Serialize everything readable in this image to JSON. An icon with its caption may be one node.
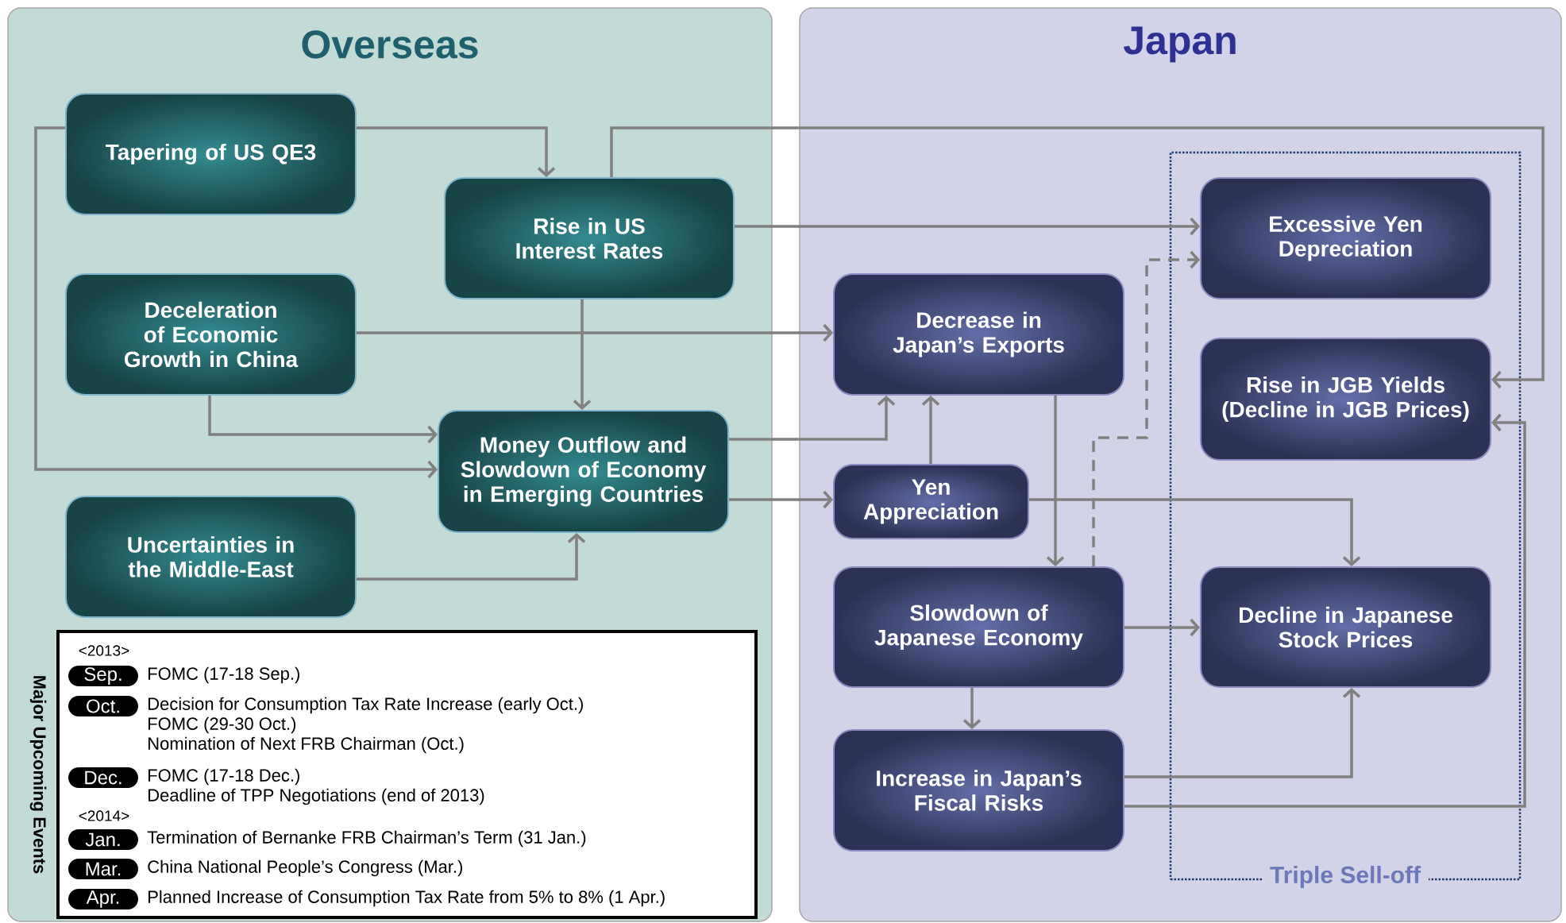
{
  "diagram": {
    "nodes": [
      {
        "text": [
          "Overseas"
        ]
      },
      {
        "text": [
          "Tapering of US QE3"
        ],
        "in": 0
      },
      {
        "text": [
          "Rise in US Interest Rates"
        ],
        "in": 0
      },
      {
        "text": [
          "Deceleration of Economic Growth in China"
        ],
        "in": 0
      },
      {
        "text": [
          "Money Outflow and Slowdown of Economy in Emerging Countries"
        ],
        "in": 0
      },
      {
        "text": [
          "Uncertainties in the Middle-East"
        ],
        "in": 0
      },
      {
        "text": [
          "Major Upcoming Events"
        ],
        "in": 0
      },
      {
        "text": [
          "Sep."
        ],
        "in": 6,
        "beside": [
          "FOMC (17-18 Sep.)"
        ]
      },
      {
        "text": [
          "Oct."
        ],
        "in": 6,
        "beside": [
          "Decision for Consumption Tax Rate Increase (early Oct.)",
          "FOMC (29-30 Oct.)",
          "Nomination of Next FRB Chairman (Oct.)"
        ]
      },
      {
        "text": [
          "Dec."
        ],
        "in": 6,
        "beside": [
          "FOMC (17-18 Dec.)",
          "Deadline of TPP Negotiations (end of 2013)"
        ]
      },
      {
        "text": [
          "Jan."
        ],
        "in": 6,
        "beside": [
          "Termination of Bernanke FRB Chairman’s Term (31 Jan.)"
        ]
      },
      {
        "text": [
          "Mar."
        ],
        "in": 6,
        "beside": [
          "China National People’s Congress (Mar.)"
        ]
      },
      {
        "text": [
          "Apr."
        ],
        "in": 6,
        "beside": [
          "Planned Increase of Consumption Tax Rate from 5% to 8% (1 Apr.)"
        ]
      },
      {
        "text": [
          "Japan"
        ]
      },
      {
        "text": [
          "Triple Sell-off"
        ],
        "in": 13
      },
      {
        "text": [
          "Excessive Yen Depreciation"
        ],
        "in": 14
      },
      {
        "text": [
          "Decrease in Japan’s Exports"
        ],
        "in": 13
      },
      {
        "text": [
          "Rise in JGB Yields (Decline in JGB Prices)"
        ],
        "in": 14
      },
      {
        "text": [
          "Yen Appreciation"
        ],
        "in": 13
      },
      {
        "text": [
          "Slowdown of Japanese Economy"
        ],
        "in": 13
      },
      {
        "text": [
          "Decline in Japanese Stock Prices"
        ],
        "in": 14
      },
      {
        "text": [
          "Increase in Japan’s Fiscal Risks"
        ],
        "in": 13
      }
    ],
    "edges": [
      {
        "from": 1,
        "to": 2,
        "arrow": "to"
      },
      {
        "from": 1,
        "to": 4,
        "arrow": "to"
      },
      {
        "from": 2,
        "to": 15,
        "arrow": "to"
      },
      {
        "from": 2,
        "to": 17,
        "arrow": "to"
      },
      {
        "from": 2,
        "to": 4,
        "arrow": "to"
      },
      {
        "from": 3,
        "to": 16,
        "arrow": "to"
      },
      {
        "from": 3,
        "to": 4,
        "arrow": "to"
      },
      {
        "from": 5,
        "to": 4,
        "arrow": "to"
      },
      {
        "from": 4,
        "to": 16,
        "arrow": "to"
      },
      {
        "from": 4,
        "to": 18,
        "arrow": "to"
      },
      {
        "from": 18,
        "to": 16,
        "arrow": "to"
      },
      {
        "from": 18,
        "to": 20,
        "arrow": "to"
      },
      {
        "from": 16,
        "to": 19,
        "arrow": "to"
      },
      {
        "from": 19,
        "to": 15,
        "arrow": "to",
        "style": "dashed"
      },
      {
        "from": 19,
        "to": 20,
        "arrow": "to"
      },
      {
        "from": 19,
        "to": 21,
        "arrow": "to"
      },
      {
        "from": 21,
        "to": 20,
        "arrow": "to"
      },
      {
        "from": 21,
        "to": 17,
        "arrow": "to"
      }
    ],
    "labels": [
      "<2013>",
      "<2014>"
    ]
  }
}
